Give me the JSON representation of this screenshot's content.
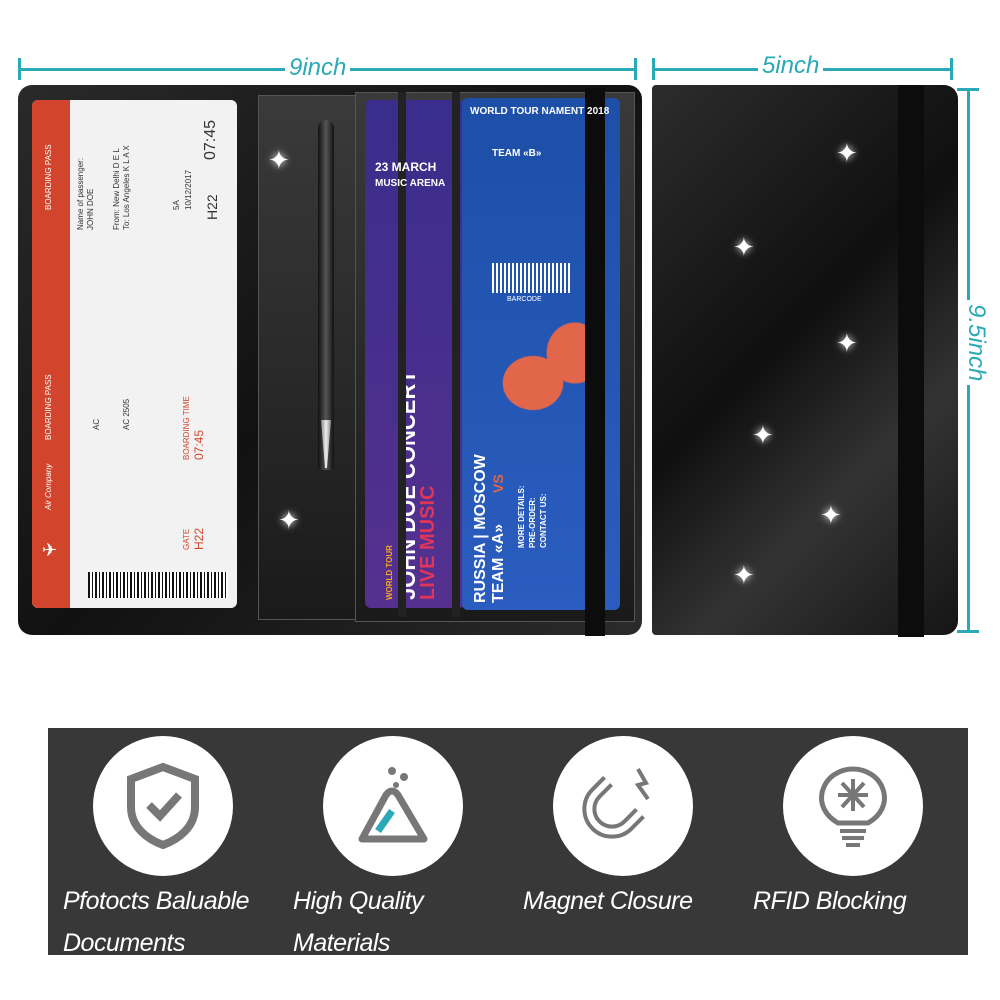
{
  "dimensions": {
    "width": "9inch",
    "closed_width": "5inch",
    "height": "9.5inch"
  },
  "colors": {
    "accent": "#2aa9b6",
    "panel": "#383838",
    "ticket_red": "#d2452c"
  },
  "boarding_pass": {
    "header": "BOARDING PASS",
    "airline": "Air Company",
    "passenger_label": "Name of passenger:",
    "passenger": "JOHN DOE",
    "from": "From: New Delhi D E L",
    "to": "To: Los Angeles K L A X",
    "date": "10/12/2017",
    "boarding_time_label": "BOARDING TIME",
    "boarding_time": "07:45",
    "gate_label": "GATE",
    "gate": "H22",
    "seat": "5A",
    "carrier": "AC",
    "flight": "AC 2505"
  },
  "concert_ticket": {
    "tour": "WORLD TOUR",
    "artist": "JOHN DOE CONCERT",
    "subtitle": "LIVE MUSIC",
    "date": "23 MARCH",
    "venue": "MUSIC ARENA"
  },
  "sport_ticket": {
    "title": "WORLD TOUR NAMENT 2018",
    "match": "RUSSIA | MOSCOW",
    "team_a": "TEAM «A»",
    "vs": "VS",
    "team_b": "TEAM «B»",
    "details": "MORE DETAILS:",
    "preorder": "PRE-ORDER:",
    "contact": "CONTACT US:",
    "barcode": "BARCODE"
  },
  "features": [
    {
      "icon": "shield-check-icon",
      "line1": "Pfotocts Baluable",
      "line2": "Documents"
    },
    {
      "icon": "mountain-icon",
      "line1": "High Quality",
      "line2": "Materials"
    },
    {
      "icon": "magnet-icon",
      "line1": "Magnet Closure",
      "line2": ""
    },
    {
      "icon": "rfid-bulb-icon",
      "line1": "RFID Blocking",
      "line2": ""
    }
  ]
}
